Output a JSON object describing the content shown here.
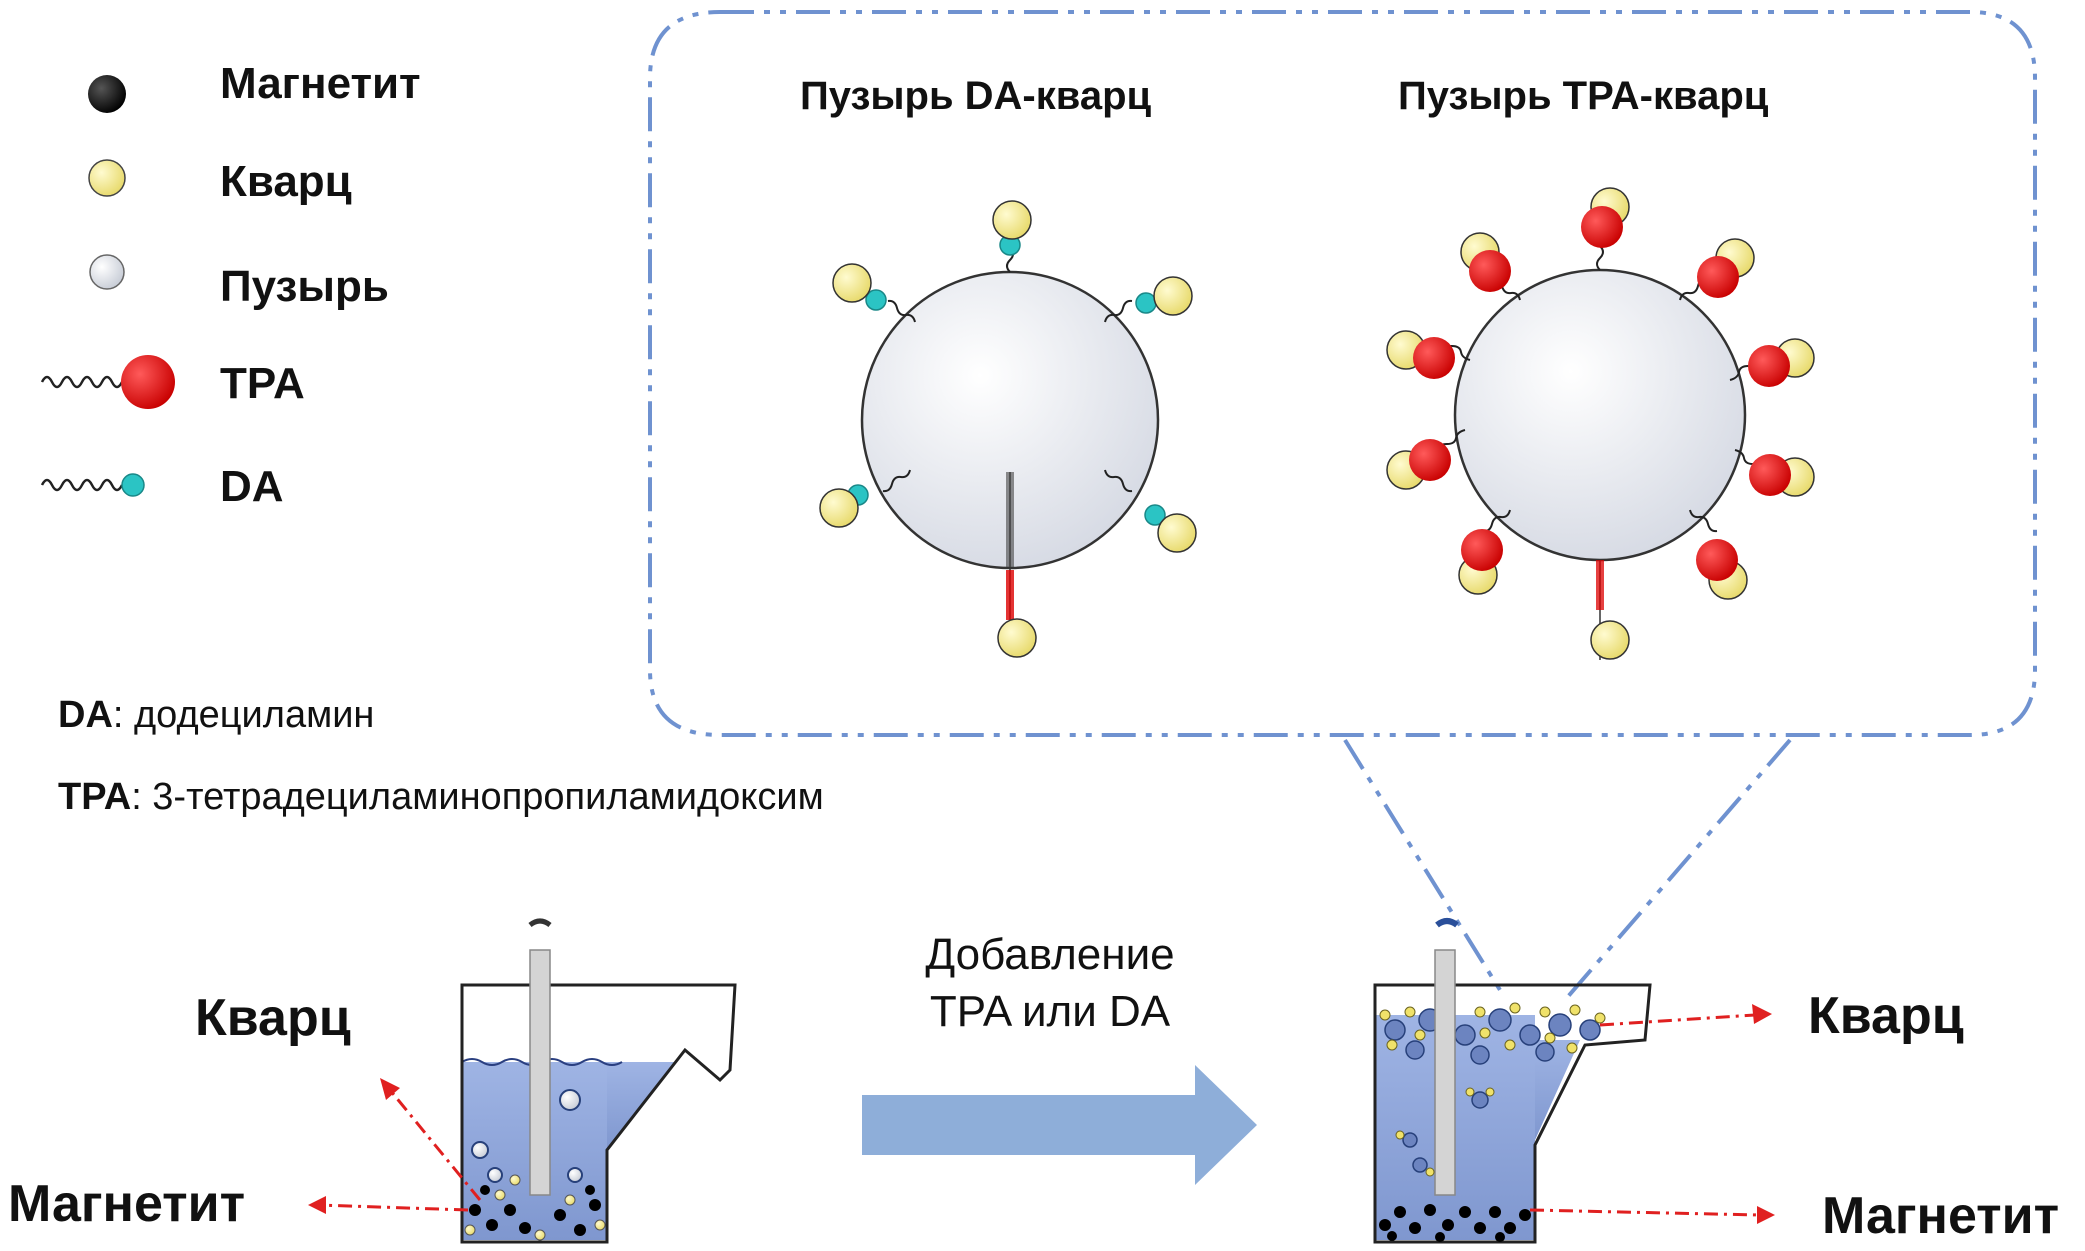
{
  "legend": {
    "magnetite": "Магнетит",
    "quartz": "Кварц",
    "bubble": "Пузырь",
    "tpa": "TPA",
    "da": "DA"
  },
  "bubbles": {
    "da_title": "Пузырь DA-кварц",
    "tpa_title": "Пузырь TPA-кварц"
  },
  "definitions": {
    "da_abbr": "DA",
    "da_text": ": додециламин",
    "tpa_abbr": "TPA",
    "tpa_text": ": 3-тетрадециламинопропиламидоксим"
  },
  "process": {
    "left_quartz": "Кварц",
    "left_magnetite": "Магнетит",
    "arrow_line1": "Добавление",
    "arrow_line2": "TPA или DA",
    "right_quartz": "Кварц",
    "right_magnetite": "Магнетит"
  },
  "colors": {
    "magnetite": "#000000",
    "quartz": "#f2e88c",
    "bubble": "#dfe2ea",
    "tpa_head": "#e0000a",
    "da_head": "#2bc4c4",
    "dashed_frame": "#6f92d0",
    "water": "#8fa6d8",
    "process_arrow": "#8eaed9",
    "red_arrow": "#e02020"
  }
}
